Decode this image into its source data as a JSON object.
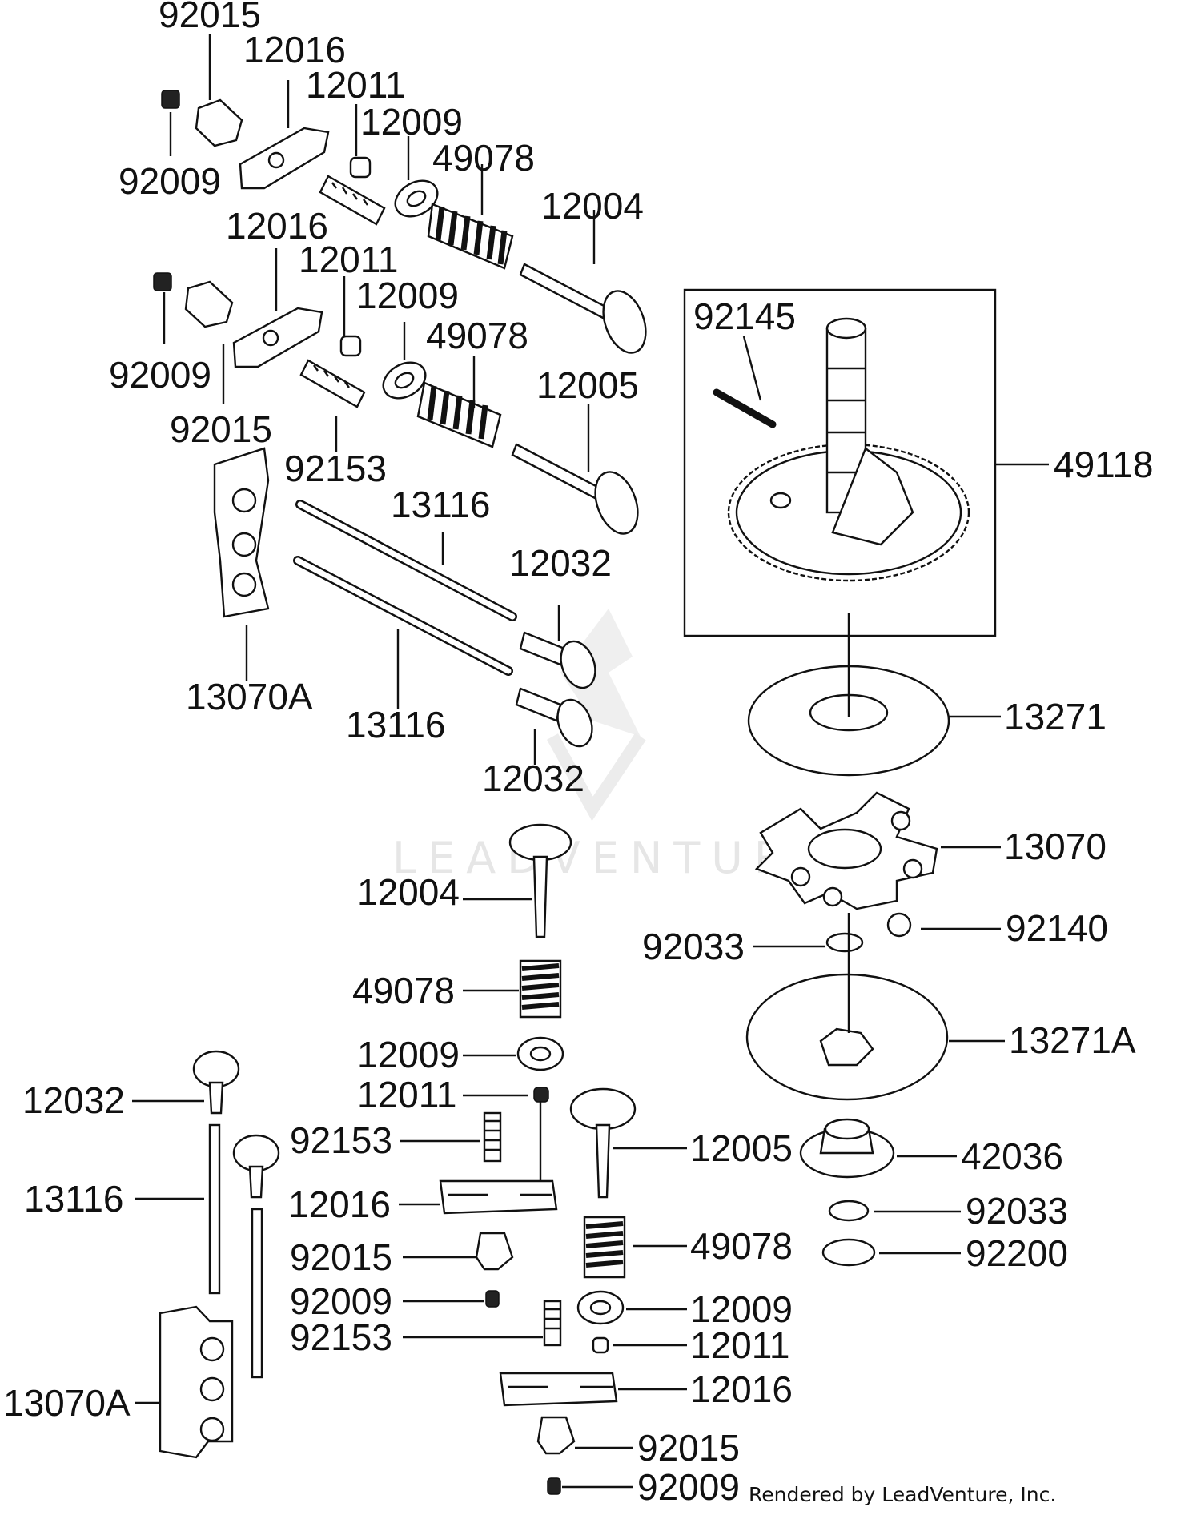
{
  "diagram": {
    "watermark_text": "LEADVENTURE",
    "credit_text": "Rendered by LeadVenture, Inc.",
    "labels": {
      "l01": "92015",
      "l02": "12016",
      "l03": "12011",
      "l04": "12009",
      "l05": "49078",
      "l06": "92009",
      "l07": "12004",
      "l08": "12016",
      "l09": "12011",
      "l10": "12009",
      "l11": "49078",
      "l12": "92145",
      "l13": "92009",
      "l14": "12005",
      "l15": "92015",
      "l16": "49118",
      "l17": "92153",
      "l18": "13116",
      "l19": "12032",
      "l20": "13070A",
      "l21": "13116",
      "l22": "13271",
      "l23": "12032",
      "l24": "13070",
      "l25": "12004",
      "l26": "92140",
      "l27": "92033",
      "l28": "49078",
      "l29": "13271A",
      "l30": "12009",
      "l31": "12032",
      "l32": "12011",
      "l33": "92153",
      "l34": "12005",
      "l35": "42036",
      "l36": "13116",
      "l37": "12016",
      "l38": "92033",
      "l39": "92015",
      "l40": "49078",
      "l41": "92200",
      "l42": "92009",
      "l43": "12009",
      "l44": "92153",
      "l45": "12011",
      "l46": "13070A",
      "l47": "12016",
      "l48": "92015",
      "l49": "92009"
    }
  }
}
